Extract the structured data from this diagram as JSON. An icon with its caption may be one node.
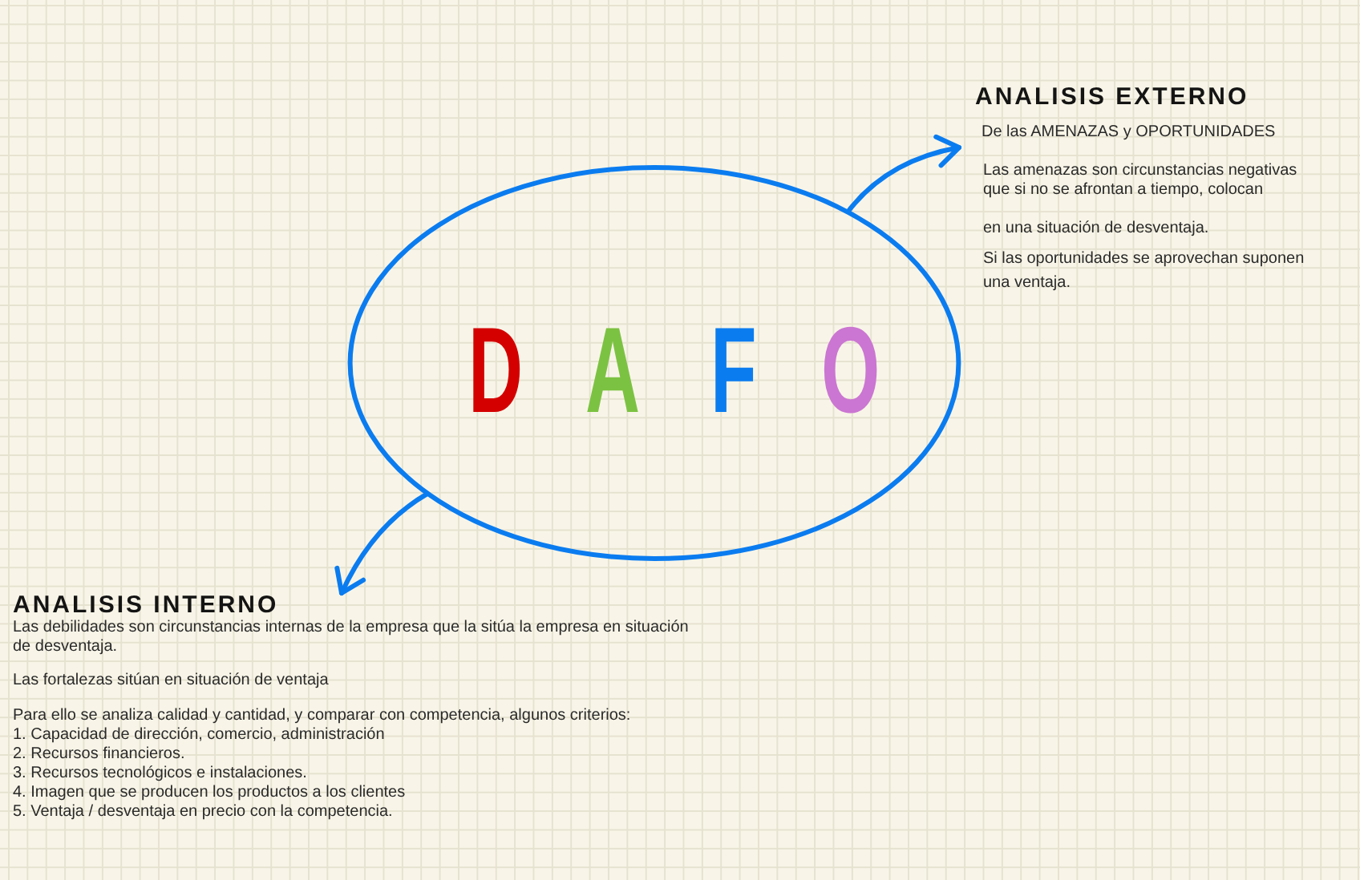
{
  "diagram": {
    "nodes": [
      {
        "text": [
          "D",
          "A",
          "F",
          "O"
        ]
      },
      {
        "text": [
          "ANALISIS EXTERNO",
          "De las AMENAZAS y OPORTUNIDADES",
          "Las amenazas son circunstancias negativas que si no se afrontan a tiempo, colocan",
          "en una situación de desventaja.",
          "Si las oportunidades se aprovechan suponen una ventaja."
        ]
      },
      {
        "text": [
          "ANALISIS INTERNO",
          "Las debilidades son circunstancias internas de la empresa que la sitúa la empresa en situación de desventaja.",
          "Las fortalezas sitúan en situación de ventaja",
          "Para ello se analiza calidad y cantidad, y comparar con competencia, algunos criterios:",
          "1. Capacidad de dirección, comercio, administración",
          "2. Recursos financieros.",
          "3. Recursos tecnológicos e instalaciones.",
          "4. Imagen que se producen los productos a los clientes",
          "5. Ventaja / desventaja en precio con la competencia."
        ]
      }
    ],
    "edges": [
      {
        "from": 0,
        "to": 1,
        "arrow": "to"
      },
      {
        "from": 0,
        "to": 2,
        "arrow": "to"
      }
    ]
  }
}
